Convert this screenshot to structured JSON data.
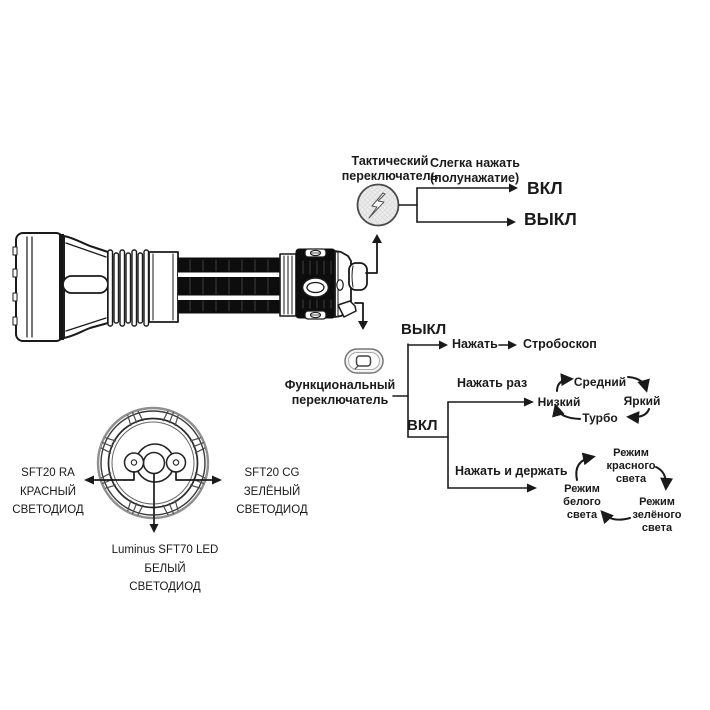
{
  "diagram": {
    "tactical": {
      "label": "Тактический\nпереключатель",
      "icon": "lightning-bolt-icon",
      "action": "Слегка нажать\n(полунажатие)",
      "on": "ВКЛ",
      "off": "ВЫКЛ"
    },
    "functional": {
      "label": "Функциональный\nпереключатель",
      "icon": "mode-button-icon",
      "state_off": "ВЫКЛ",
      "state_on": "ВКЛ",
      "off_press": {
        "action": "Нажать",
        "result": "Стробоскоп"
      },
      "brightness": {
        "action": "Нажать раз",
        "cycle": [
          "Низкий",
          "Средний",
          "Яркий",
          "Турбо"
        ]
      },
      "color_modes": {
        "action": "Нажать и держать",
        "cycle": [
          "Режим\nбелого\nсвета",
          "Режим\nкрасного\nсвета",
          "Режим\nзелёного\nсвета"
        ]
      }
    },
    "leds": {
      "red": "SFT20 RA\nКРАСНЫЙ\nСВЕТОДИОД",
      "green": "SFT20 CG\nЗЕЛЁНЫЙ\nСВЕТОДИОД",
      "white": "Luminus SFT70 LED\nБЕЛЫЙ\nСВЕТОДИОД"
    },
    "colors": {
      "line": "#1a1a1a",
      "body_fill": "#0d0d0d"
    }
  }
}
